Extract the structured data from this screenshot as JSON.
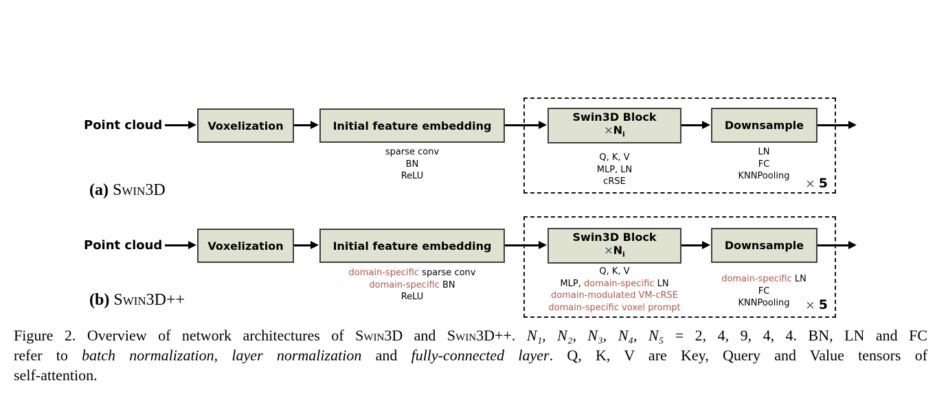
{
  "colors": {
    "box-fill": "#dfe2d0",
    "box-border": "#3f3f3f",
    "highlight": "#b5544b",
    "times": "#3d4e66"
  },
  "rowA": {
    "input_label": "Point cloud",
    "voxelization_label": "Voxelization",
    "embed_label": "Initial feature embedding",
    "embed_sub": {
      "line1": "sparse conv",
      "line2": "BN",
      "line3": "ReLU"
    },
    "swin_block": {
      "title": "Swin3D Block",
      "times": "×",
      "n": "N",
      "n_sub": "i"
    },
    "swin_sub": {
      "line1": "Q, K, V",
      "line2": "MLP, LN",
      "line3": "cRSE"
    },
    "downsample_label": "Downsample",
    "down_sub": {
      "line1": "LN",
      "line2": "FC",
      "line3": "KNNPooling"
    },
    "repeat": {
      "times": "×",
      "count": "5"
    },
    "label": {
      "prefix": "(a)",
      "name": "Swin3D",
      "suffix": ""
    }
  },
  "rowB": {
    "input_label": "Point cloud",
    "voxelization_label": "Voxelization",
    "embed_label": "Initial feature embedding",
    "embed_sub": {
      "line1_hl": "domain-specific",
      "line1_rest": " sparse conv",
      "line2_hl": "domain-specific",
      "line2_rest": " BN",
      "line3": "ReLU"
    },
    "swin_block": {
      "title": "Swin3D Block",
      "times": "×",
      "n": "N",
      "n_sub": "i"
    },
    "swin_sub": {
      "line1": "Q, K, V",
      "line2_pre": "MLP, ",
      "line2_hl": "domain-specific",
      "line2_post": " LN",
      "line3_hl": "domain-modulated VM-cRSE",
      "line4_hl": "domain-specific voxel prompt"
    },
    "downsample_label": "Downsample",
    "down_sub": {
      "line1_hl": "domain-specific",
      "line1_rest": " LN",
      "line2": "FC",
      "line3": "KNNPooling"
    },
    "repeat": {
      "times": "×",
      "count": "5"
    },
    "label": {
      "prefix": "(b)",
      "name": "Swin3D",
      "suffix": "++"
    }
  },
  "caption": {
    "line1": {
      "seg1": "Figure 2. Overview of network architectures of ",
      "sc1": "Swin3D",
      "seg2": " and ",
      "sc2": "Swin3D",
      "seg3": "++.  ",
      "math_vars": "N₁, N₂, N₃, N₄, N₅",
      "math_eq": " = 2, 4, 9, 4, 4.",
      "seg4": "  BN, LN and FC"
    },
    "line2": {
      "seg1": "refer to ",
      "it1": "batch normalization",
      "seg2": ", ",
      "it2": "layer normalization",
      "seg3": " and ",
      "it3": "fully-connected layer",
      "seg4": ".  Q, K, V are Key, Query and Value tensors of"
    },
    "line3": "self-attention."
  }
}
